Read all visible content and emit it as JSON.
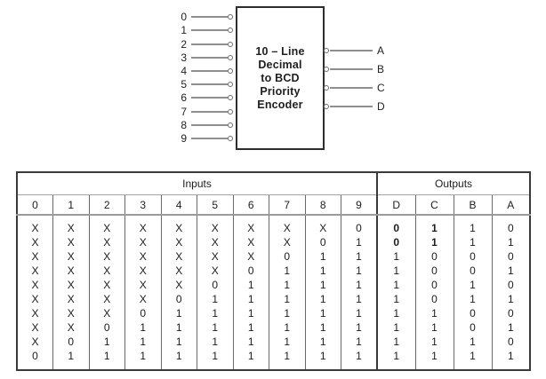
{
  "diagram": {
    "block": {
      "label_lines": [
        "10 – Line",
        "Decimal",
        "to BCD",
        "Priority",
        "Encoder"
      ]
    },
    "inputs": [
      "0",
      "1",
      "2",
      "3",
      "4",
      "5",
      "6",
      "7",
      "8",
      "9"
    ],
    "outputs": [
      "A",
      "B",
      "C",
      "D"
    ]
  },
  "table": {
    "groups": [
      {
        "label": "Inputs",
        "span": 10
      },
      {
        "label": "Outputs",
        "span": 4
      }
    ],
    "columns": [
      "0",
      "1",
      "2",
      "3",
      "4",
      "5",
      "6",
      "7",
      "8",
      "9",
      "D",
      "C",
      "B",
      "A"
    ],
    "rows": [
      [
        "X",
        "X",
        "X",
        "X",
        "X",
        "X",
        "X",
        "X",
        "X",
        "0",
        "0",
        "1",
        "1",
        "0"
      ],
      [
        "X",
        "X",
        "X",
        "X",
        "X",
        "X",
        "X",
        "X",
        "0",
        "1",
        "0",
        "1",
        "1",
        "1"
      ],
      [
        "X",
        "X",
        "X",
        "X",
        "X",
        "X",
        "X",
        "0",
        "1",
        "1",
        "1",
        "0",
        "0",
        "0"
      ],
      [
        "X",
        "X",
        "X",
        "X",
        "X",
        "X",
        "0",
        "1",
        "1",
        "1",
        "1",
        "0",
        "0",
        "1"
      ],
      [
        "X",
        "X",
        "X",
        "X",
        "X",
        "0",
        "1",
        "1",
        "1",
        "1",
        "1",
        "0",
        "1",
        "0"
      ],
      [
        "X",
        "X",
        "X",
        "X",
        "0",
        "1",
        "1",
        "1",
        "1",
        "1",
        "1",
        "0",
        "1",
        "1"
      ],
      [
        "X",
        "X",
        "X",
        "0",
        "1",
        "1",
        "1",
        "1",
        "1",
        "1",
        "1",
        "1",
        "0",
        "0"
      ],
      [
        "X",
        "X",
        "0",
        "1",
        "1",
        "1",
        "1",
        "1",
        "1",
        "1",
        "1",
        "1",
        "0",
        "1"
      ],
      [
        "X",
        "0",
        "1",
        "1",
        "1",
        "1",
        "1",
        "1",
        "1",
        "1",
        "1",
        "1",
        "1",
        "0"
      ],
      [
        "0",
        "1",
        "1",
        "1",
        "1",
        "1",
        "1",
        "1",
        "1",
        "1",
        "1",
        "1",
        "1",
        "1"
      ]
    ],
    "bold_cells": [
      [
        0,
        10
      ],
      [
        0,
        11
      ],
      [
        1,
        10
      ],
      [
        1,
        11
      ]
    ]
  },
  "colors": {
    "wire_gray": "#8f8f8f",
    "border_dark": "#2d2d2d",
    "table_line": "#6a6a6a",
    "text": "#1c1c1c"
  }
}
